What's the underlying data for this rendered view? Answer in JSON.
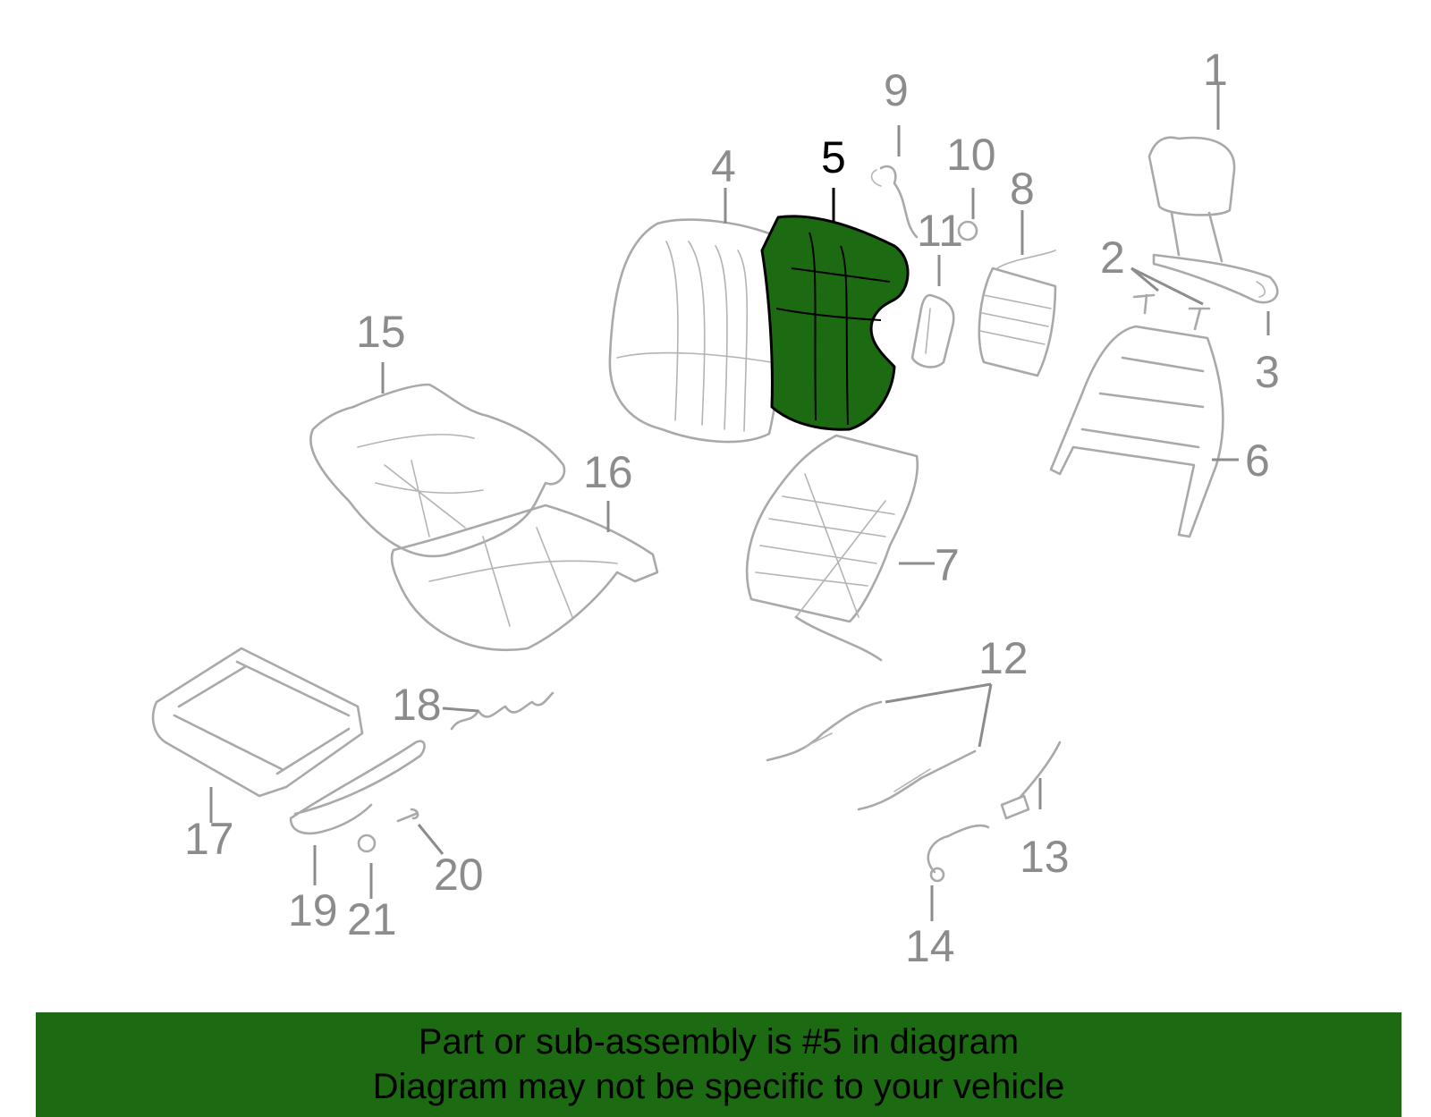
{
  "colors": {
    "highlight_fill": "#1c6b12",
    "banner_bg": "#1c6b12",
    "line_gray": "#a9a9a9",
    "label_gray": "#8c8c8c",
    "active_label": "#000000"
  },
  "highlighted_part": "5",
  "callouts": [
    {
      "id": "c1",
      "label": "1"
    },
    {
      "id": "c2",
      "label": "2"
    },
    {
      "id": "c3",
      "label": "3"
    },
    {
      "id": "c4",
      "label": "4"
    },
    {
      "id": "c5",
      "label": "5"
    },
    {
      "id": "c6",
      "label": "6"
    },
    {
      "id": "c7",
      "label": "7"
    },
    {
      "id": "c8",
      "label": "8"
    },
    {
      "id": "c9",
      "label": "9"
    },
    {
      "id": "c10",
      "label": "10"
    },
    {
      "id": "c11",
      "label": "11"
    },
    {
      "id": "c12",
      "label": "12"
    },
    {
      "id": "c13",
      "label": "13"
    },
    {
      "id": "c14",
      "label": "14"
    },
    {
      "id": "c15",
      "label": "15"
    },
    {
      "id": "c16",
      "label": "16"
    },
    {
      "id": "c17",
      "label": "17"
    },
    {
      "id": "c18",
      "label": "18"
    },
    {
      "id": "c19",
      "label": "19"
    },
    {
      "id": "c20",
      "label": "20"
    },
    {
      "id": "c21",
      "label": "21"
    }
  ],
  "banner": {
    "line1": "Part or sub-assembly is #5 in diagram",
    "line2": "Diagram may not be specific to your vehicle"
  }
}
